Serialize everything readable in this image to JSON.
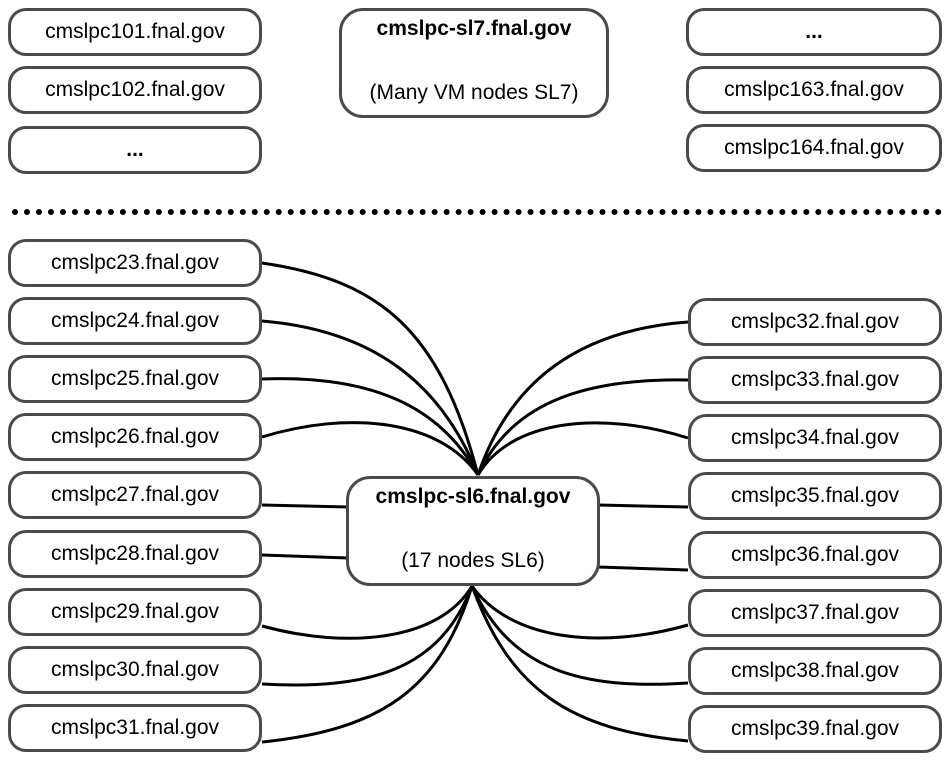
{
  "sl7_pool": {
    "left_nodes": [
      "cmslpc101.fnal.gov",
      "cmslpc102.fnal.gov",
      "..."
    ],
    "right_nodes": [
      "...",
      "cmslpc163.fnal.gov",
      "cmslpc164.fnal.gov"
    ],
    "hub": {
      "title": "cmslpc-sl7.fnal.gov",
      "subtitle": "(Many VM nodes SL7)"
    }
  },
  "sl6_pool": {
    "hub": {
      "title": "cmslpc-sl6.fnal.gov",
      "subtitle": "(17 nodes SL6)"
    },
    "left_nodes": [
      "cmslpc23.fnal.gov",
      "cmslpc24.fnal.gov",
      "cmslpc25.fnal.gov",
      "cmslpc26.fnal.gov",
      "cmslpc27.fnal.gov",
      "cmslpc28.fnal.gov",
      "cmslpc29.fnal.gov",
      "cmslpc30.fnal.gov",
      "cmslpc31.fnal.gov"
    ],
    "right_nodes": [
      "cmslpc32.fnal.gov",
      "cmslpc33.fnal.gov",
      "cmslpc34.fnal.gov",
      "cmslpc35.fnal.gov",
      "cmslpc36.fnal.gov",
      "cmslpc37.fnal.gov",
      "cmslpc38.fnal.gov",
      "cmslpc39.fnal.gov"
    ]
  },
  "colors": {
    "node_border": "#4a4a4a",
    "connector": "#000000",
    "divider": "#000000"
  }
}
